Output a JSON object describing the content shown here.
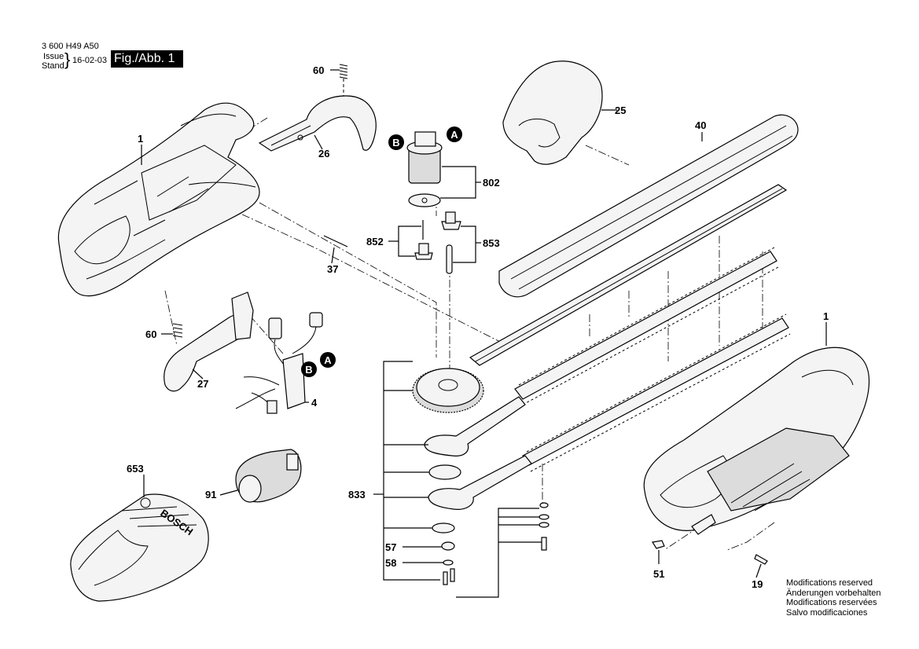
{
  "header": {
    "doc_number": "3 600 H49 A50",
    "issue_label": "Issue",
    "stand_label": "Stand",
    "date": "16-02-03",
    "figure_label": "Fig./Abb. 1"
  },
  "parts": {
    "p1a": "1",
    "p1b": "1",
    "p4": "4",
    "p19": "19",
    "p25": "25",
    "p26": "26",
    "p27": "27",
    "p37": "37",
    "p40": "40",
    "p51": "51",
    "p57": "57",
    "p58": "58",
    "p60a": "60",
    "p60b": "60",
    "p91": "91",
    "p653": "653",
    "p802": "802",
    "p833": "833",
    "p852": "852",
    "p853": "853"
  },
  "connectors": {
    "a1": "A",
    "b1": "B",
    "a2": "A",
    "b2": "B"
  },
  "brand_marking": "BOSCH",
  "notes": [
    "Modifications reserved",
    "Änderungen vorbehalten",
    "Modifications reservées",
    "Salvo modificaciones"
  ]
}
